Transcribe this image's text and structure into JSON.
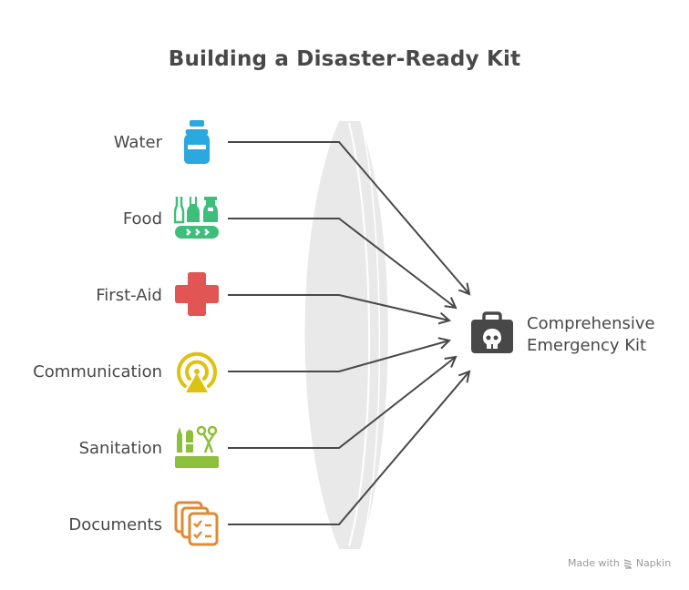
{
  "title": "Building a Disaster-Ready Kit",
  "items": [
    {
      "label": "Water",
      "icon": "water-bottle-icon",
      "color": "#2BA8DE"
    },
    {
      "label": "Food",
      "icon": "food-supplies-icon",
      "color": "#3DBE7A"
    },
    {
      "label": "First-Aid",
      "icon": "first-aid-cross-icon",
      "color": "#E25555"
    },
    {
      "label": "Communication",
      "icon": "radio-antenna-icon",
      "color": "#DDC20F"
    },
    {
      "label": "Sanitation",
      "icon": "sanitation-supplies-icon",
      "color": "#8DBF3A"
    },
    {
      "label": "Documents",
      "icon": "documents-checklist-icon",
      "color": "#E08A32"
    }
  ],
  "target": {
    "line1": "Comprehensive",
    "line2": "Emergency Kit",
    "icon": "emergency-kit-skull-icon",
    "color": "#484848"
  },
  "watermark": {
    "text": "Made with",
    "brand": "Napkin"
  },
  "colors": {
    "lens": "#E9E9E9",
    "connector": "#484848"
  }
}
